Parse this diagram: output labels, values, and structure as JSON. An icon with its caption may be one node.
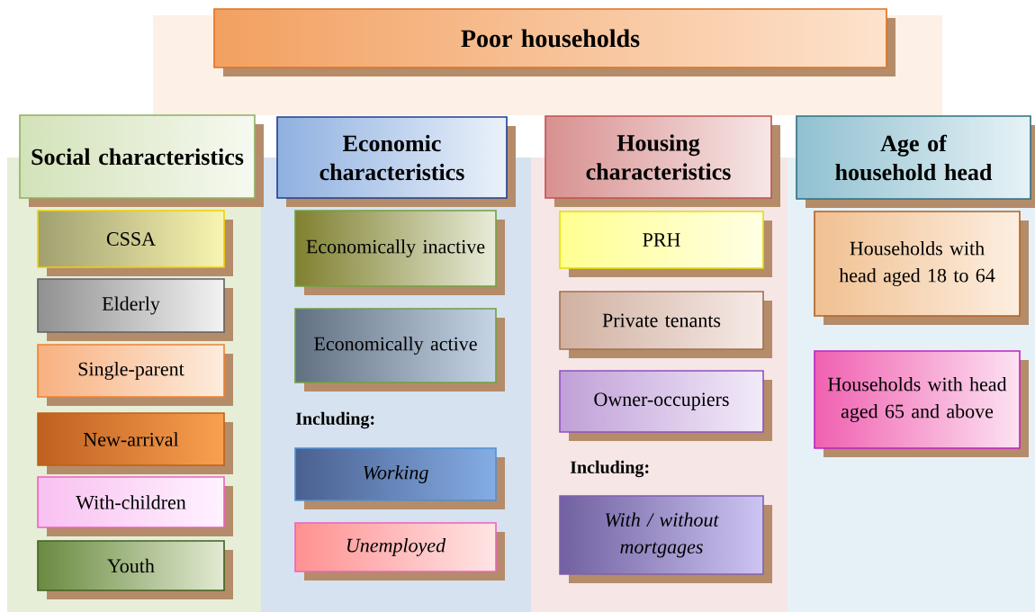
{
  "diagram": {
    "nodes": [
      {
        "text": [
          "Poor households"
        ]
      },
      {
        "text": [
          "Social characteristics"
        ]
      },
      {
        "text": [
          "CSSA"
        ]
      },
      {
        "text": [
          "Elderly"
        ]
      },
      {
        "text": [
          "Single-parent"
        ]
      },
      {
        "text": [
          "New-arrival"
        ]
      },
      {
        "text": [
          "With-children"
        ]
      },
      {
        "text": [
          "Youth"
        ]
      },
      {
        "text": [
          "Economic characteristics"
        ]
      },
      {
        "text": [
          "Economically inactive"
        ]
      },
      {
        "text": [
          "Economically active"
        ]
      },
      {
        "text": [
          "Working"
        ]
      },
      {
        "text": [
          "Unemployed"
        ]
      },
      {
        "text": [
          "Housing characteristics"
        ]
      },
      {
        "text": [
          "PRH"
        ]
      },
      {
        "text": [
          "Private tenants"
        ]
      },
      {
        "text": [
          "Owner-occupiers"
        ]
      },
      {
        "text": [
          "With / without mortgages"
        ]
      },
      {
        "text": [
          "Age of household head"
        ]
      },
      {
        "text": [
          "Households with head aged 18 to 64"
        ]
      },
      {
        "text": [
          "Households with head aged 65 and above"
        ]
      }
    ],
    "edges": [],
    "labels": [
      "Including:",
      "Including:"
    ]
  }
}
